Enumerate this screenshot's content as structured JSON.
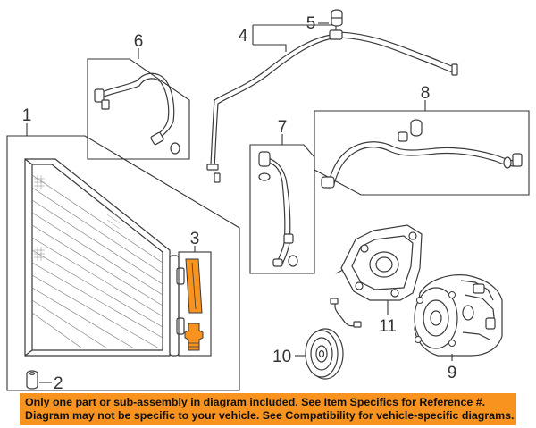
{
  "callouts": [
    {
      "id": "1",
      "label": "1"
    },
    {
      "id": "2",
      "label": "2"
    },
    {
      "id": "3",
      "label": "3"
    },
    {
      "id": "4",
      "label": "4"
    },
    {
      "id": "5",
      "label": "5"
    },
    {
      "id": "6",
      "label": "6"
    },
    {
      "id": "7",
      "label": "7"
    },
    {
      "id": "8",
      "label": "8"
    },
    {
      "id": "9",
      "label": "9"
    },
    {
      "id": "10",
      "label": "10"
    },
    {
      "id": "11",
      "label": "11"
    }
  ],
  "highlight_color": "#f7931e",
  "banner": {
    "background": "#f7931e",
    "line1": "Only one part or sub-assembly in diagram included. See Item Specifics for Reference #.",
    "line2": "Diagram may not be specific to your vehicle. See Compatibility for vehicle-specific diagrams."
  }
}
